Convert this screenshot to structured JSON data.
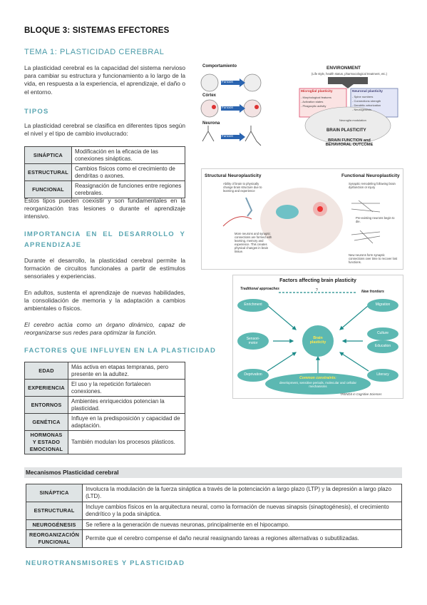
{
  "header": {
    "bloque": "BLOQUE 3: SISTEMAS EFECTORES",
    "tema": "TEMA 1: PLASTICIDAD CEREBRAL"
  },
  "intro": "La plasticidad cerebral es la capacidad del sistema nervioso para cambiar su estructura y funcionamiento a lo largo de la vida, en respuesta a la experiencia, el aprendizaje, el daño o el entorno.",
  "tipos": {
    "heading": "TIPOS",
    "text": "La plasticidad cerebral se clasifica en diferentes tipos según el nivel y el tipo de cambio involucrado:",
    "rows": [
      {
        "k": "SINÁPTICA",
        "v": "Modificación en la eficacia de las conexiones sinápticas."
      },
      {
        "k": "ESTRUCTURAL",
        "v": "Cambios físicos como el crecimiento de dendritas o axones."
      },
      {
        "k": "FUNCIONAL",
        "v": "Reasignación de funciones entre regiones cerebrales."
      }
    ],
    "after": "Estos tipos pueden coexistir y son fundamentales en la reorganización tras lesiones o durante el aprendizaje intensivo."
  },
  "importancia": {
    "heading": "IMPORTANCIA EN EL DESARROLLO Y APRENDIZAJE",
    "p1": "Durante el desarrollo, la plasticidad cerebral permite la formación de circuitos funcionales a partir de estímulos sensoriales y experiencias.",
    "p2": "En adultos, sustenta el aprendizaje de nuevas habilidades, la consolidación de memoria y la adaptación a cambios ambientales o físicos.",
    "p3": "El cerebro actúa como un órgano dinámico, capaz de reorganizarse sus redes para optimizar la función."
  },
  "factores": {
    "heading": "FACTORES QUE INFLUYEN EN LA PLASTICIDAD",
    "rows": [
      {
        "k": "EDAD",
        "v": "Más activa en etapas tempranas, pero presente en la adultez."
      },
      {
        "k": "EXPERIENCIA",
        "v": "El uso y la repetición fortalecen conexiones."
      },
      {
        "k": "ENTORNOS",
        "v": "Ambientes enriquecidos potencian la plasticidad."
      },
      {
        "k": "GENÉTICA",
        "v": "Influye en la predisposición y capacidad de adaptación."
      },
      {
        "k": "HORMONAS Y ESTADO EMOCIONAL",
        "v": "También modulan los procesos plásticos."
      }
    ]
  },
  "mecanismos": {
    "title": "Mecanismos Plasticidad cerebral",
    "rows": [
      {
        "k": "SINÁPTICA",
        "v": "Involucra la modulación de la fuerza sináptica a través de la potenciación a largo plazo (LTP) y la depresión a largo plazo (LTD)."
      },
      {
        "k": "ESTRUCTURAL",
        "v": "Incluye cambios físicos en la arquitectura neural, como la formación de nuevas sinapsis (sinaptogénesis), el crecimiento dendrítico y la poda sináptica."
      },
      {
        "k": "NEUROGÉNESIS",
        "v": "Se refiere a la generación de nuevas neuronas, principalmente en el hipocampo."
      },
      {
        "k": "REORGANIZACIÓN FUNCIONAL",
        "v": "Permite que el cerebro compense el daño neural reasignando tareas a regiones alternativas o subutilizadas."
      }
    ]
  },
  "neuro": {
    "heading": "NEUROTRANSMISORES Y PLASTICIDAD"
  },
  "fig1": {
    "comportamiento": "Comportamiento",
    "cortex": "Córtex",
    "neurona": "Neurona",
    "arrow_label": "Función",
    "environment": "ENVIRONMENT",
    "environment_sub": "(Life style, health status, pharmacological treatment, etc.)",
    "microglial": "Microglial plasticity",
    "microglial_items": [
      "- Morphological features",
      "- Activation states",
      "- Phagocytic activity"
    ],
    "neuronal": "Neuronal plasticity",
    "neuronal_items": [
      "- Spine numbers",
      "- Connections strength",
      "- Dendritic arborization",
      "- Neurogenesis"
    ],
    "modulation": "Neuroglia modulation",
    "brain_plasticity": "BRAIN PLASTICITY",
    "outcome": "BRAIN FUNCTION and BEHAVIORAL OUTCOME"
  },
  "fig2": {
    "structural": "Structural Neuroplasticity",
    "functional": "Functional Neuroplasticity",
    "s1": "Ability of brain to physically change brain structure due to learning and experience",
    "s2": "More neurons and synaptic connections are formed with learning, memory and experience. This creates physical changes in brain tissue.",
    "f1": "Synaptic remodeling following brain dysfunction or injury",
    "f2": "Pre-existing neurons begin to die.",
    "f3": "New neurons form synaptic connections over time to recover lost functions."
  },
  "fig3": {
    "title": "Factors affecting brain plasticity",
    "traditional": "Traditional approaches",
    "frontiers": "New frontiers",
    "q": "?",
    "enrichment": "Enrichment",
    "sensori": "Sensori-motor",
    "deprivation": "Deprivation",
    "center": "Brain plasticity",
    "migration": "Migration",
    "culture": "Culture",
    "education": "Education",
    "literacy": "Literacy",
    "constraints": "Common constraints:",
    "constraints_sub": "development, sensitive periods, molecular and cellular mechanisms",
    "source": "TRENDS in Cognitive Sciences"
  },
  "colors": {
    "teal": "#5aa6b2",
    "node": "#5cb8b2",
    "key_bg": "#dfe4e5"
  }
}
